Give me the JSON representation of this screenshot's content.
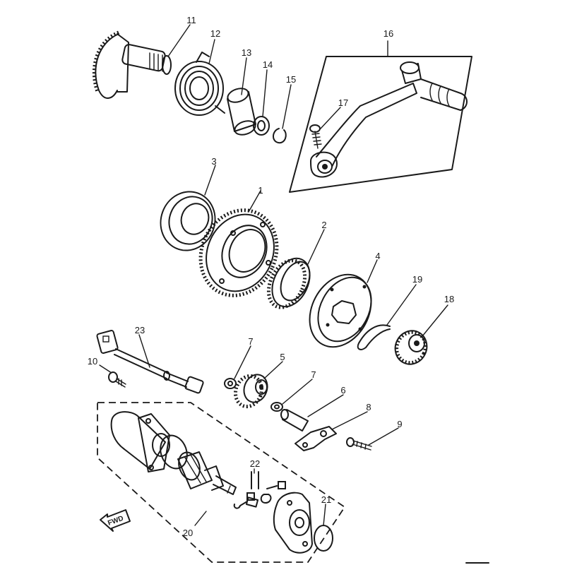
{
  "callouts": [
    {
      "id": "callout-1",
      "label": "1"
    },
    {
      "id": "callout-2",
      "label": "2"
    },
    {
      "id": "callout-3",
      "label": "3"
    },
    {
      "id": "callout-4",
      "label": "4"
    },
    {
      "id": "callout-5",
      "label": "5"
    },
    {
      "id": "callout-6",
      "label": "6"
    },
    {
      "id": "callout-7a",
      "label": "7"
    },
    {
      "id": "callout-7b",
      "label": "7"
    },
    {
      "id": "callout-8",
      "label": "8"
    },
    {
      "id": "callout-9",
      "label": "9"
    },
    {
      "id": "callout-10",
      "label": "10"
    },
    {
      "id": "callout-11",
      "label": "11"
    },
    {
      "id": "callout-12",
      "label": "12"
    },
    {
      "id": "callout-13",
      "label": "13"
    },
    {
      "id": "callout-14",
      "label": "14"
    },
    {
      "id": "callout-15",
      "label": "15"
    },
    {
      "id": "callout-16",
      "label": "16"
    },
    {
      "id": "callout-17",
      "label": "17"
    },
    {
      "id": "callout-18",
      "label": "18"
    },
    {
      "id": "callout-19",
      "label": "19"
    },
    {
      "id": "callout-20",
      "label": "20"
    },
    {
      "id": "callout-21",
      "label": "21"
    },
    {
      "id": "callout-22",
      "label": "22"
    },
    {
      "id": "callout-23",
      "label": "23"
    }
  ],
  "fwd_label": "FWD"
}
